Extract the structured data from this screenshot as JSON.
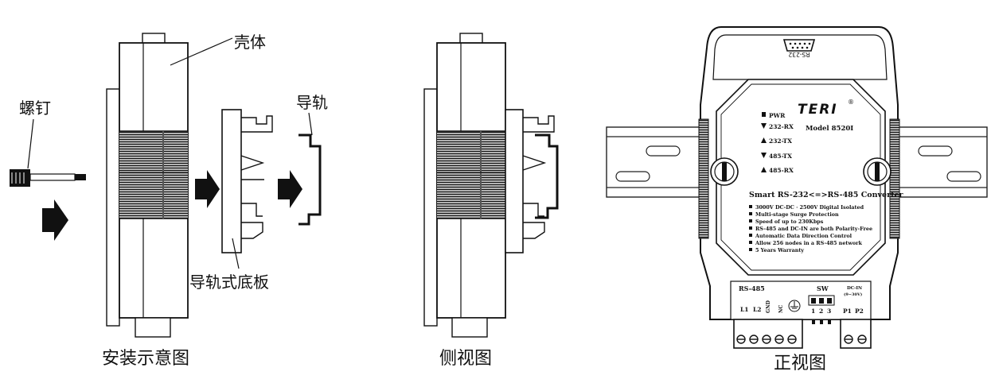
{
  "labels": {
    "screw": "螺钉",
    "housing": "壳体",
    "rail": "导轨",
    "rail_base": "导轨式底板"
  },
  "captions": {
    "install": "安装示意图",
    "side": "侧视图",
    "front": "正视图"
  },
  "device": {
    "port": "RS-232",
    "brand": "TERI",
    "registered": "®",
    "model": "Model 8520I",
    "leds": [
      "PWR",
      "232-RX",
      "232-TX",
      "485-TX",
      "485-RX"
    ],
    "title": "Smart RS-232<=>RS-485 Converter",
    "features": [
      "3000V  DC-DC  ·  2500V  Digital Isolated",
      "Multi-stage Surge Protection",
      "Speed of up to 230Kbps",
      "RS-485  and  DC-IN are both Polarity-Free",
      "Automatic Data Direction Control",
      "Allow 256 nodes in a RS-485 network",
      "5 Years Warranty"
    ],
    "rs485_label": "RS-485",
    "terms": [
      "L1",
      "L2",
      "GND",
      "NC"
    ],
    "sw_label": "SW",
    "sw_nums": [
      "1",
      "2",
      "3"
    ],
    "dcin_label": "DC-IN",
    "dcin_range": "(9~30V)",
    "dc_terms": [
      "P1",
      "P2"
    ]
  }
}
